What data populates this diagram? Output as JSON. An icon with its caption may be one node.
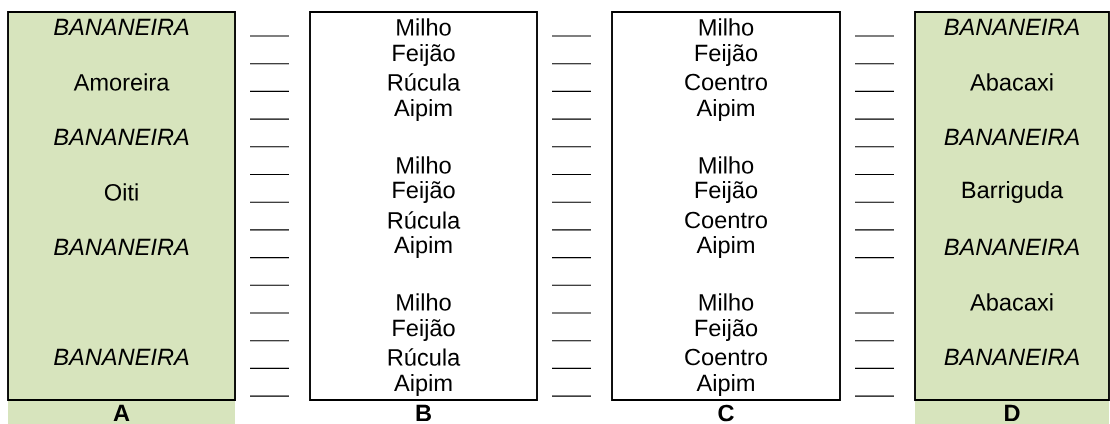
{
  "diagram": {
    "nodes": [
      {
        "text": [
          "BANANEIRA",
          "Amoreira",
          "BANANEIRA",
          "Oiti",
          "BANANEIRA",
          "BANANEIRA",
          "A"
        ]
      },
      {
        "text": [
          "Milho",
          "Feijão",
          "Rúcula",
          "Aipim",
          "Milho",
          "Feijão",
          "Rúcula",
          "Aipim",
          "Milho",
          "Feijão",
          "Rúcula",
          "Aipim",
          "B"
        ]
      },
      {
        "text": [
          "Milho",
          "Feijão",
          "Coentro",
          "Aipim",
          "Milho",
          "Feijão",
          "Coentro",
          "Aipim",
          "Milho",
          "Feijão",
          "Coentro",
          "Aipim",
          "C"
        ]
      },
      {
        "text": [
          "BANANEIRA",
          "Abacaxi",
          "BANANEIRA",
          "Barriguda",
          "BANANEIRA",
          "Abacaxi",
          "BANANEIRA",
          "D"
        ]
      }
    ]
  }
}
